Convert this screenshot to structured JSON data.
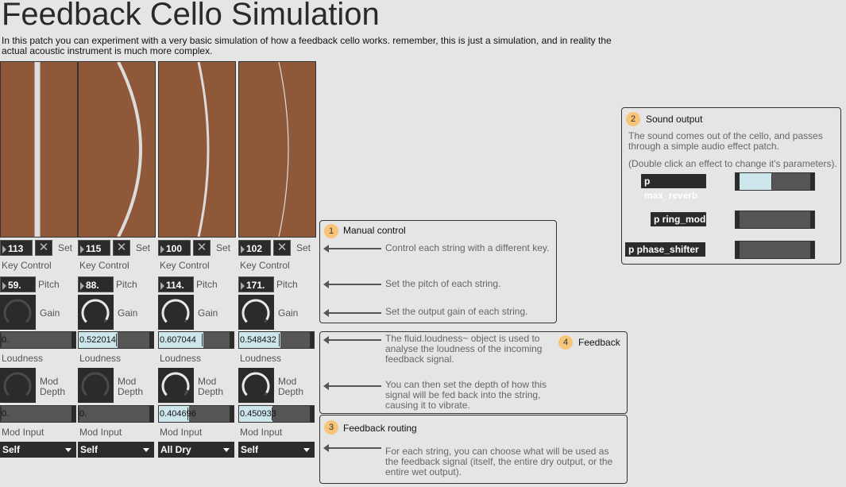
{
  "title": "Feedback Cello Simulation",
  "intro": "In this patch you can experiment with a very basic simulation of how a feedback cello works. remember, this is just a simulation, and in reality the actual acoustic instrument is much more complex.",
  "channels": [
    {
      "key": "113",
      "set_label": "Set",
      "key_label": "Key Control",
      "pitch": "59.",
      "pitch_label": "Pitch",
      "gain_label": "Gain",
      "gain": 0.0,
      "loudness_value": "0.",
      "loudness_fill": 0.0,
      "loudness_label": "Loudness",
      "mod_label": "Mod",
      "depth_label": "Depth",
      "mod_depth": 0.0,
      "depth_value": "0.",
      "depth_fill": 0.0,
      "mod_input_label": "Mod Input",
      "mod_input": "Self",
      "string_curve": 0
    },
    {
      "key": "115",
      "set_label": "Set",
      "key_label": "Key Control",
      "pitch": "88.",
      "pitch_label": "Pitch",
      "gain_label": "Gain",
      "gain": 0.45,
      "loudness_value": "0.522014",
      "loudness_fill": 0.52,
      "loudness_label": "Loudness",
      "mod_label": "Mod",
      "depth_label": "Depth",
      "mod_depth": 0.0,
      "depth_value": "0.",
      "depth_fill": 0.0,
      "mod_input_label": "Mod Input",
      "mod_input": "Self",
      "string_curve": 14
    },
    {
      "key": "100",
      "set_label": "Set",
      "key_label": "Key Control",
      "pitch": "114.",
      "pitch_label": "Pitch",
      "gain_label": "Gain",
      "gain": 0.45,
      "loudness_value": "0.607044",
      "loudness_fill": 0.6,
      "loudness_label": "Loudness",
      "mod_label": "Mod",
      "depth_label": "Depth",
      "mod_depth": 0.4,
      "depth_value": "0.404696",
      "depth_fill": 0.4,
      "mod_input_label": "Mod Input",
      "mod_input": "All Dry",
      "string_curve": 6
    },
    {
      "key": "102",
      "set_label": "Set",
      "key_label": "Key Control",
      "pitch": "171.",
      "pitch_label": "Pitch",
      "gain_label": "Gain",
      "gain": 0.45,
      "loudness_value": "0.548432",
      "loudness_fill": 0.55,
      "loudness_label": "Loudness",
      "mod_label": "Mod",
      "depth_label": "Depth",
      "mod_depth": 0.45,
      "depth_value": "0.450933",
      "depth_fill": 0.45,
      "mod_input_label": "Mod Input",
      "mod_input": "Self",
      "string_curve": 6
    }
  ],
  "manual": {
    "badge": "1",
    "title": "Manual control",
    "notes": [
      "Control each string with a different key.",
      "Set the pitch of each string.",
      "Set the output gain of each string."
    ]
  },
  "feedback": {
    "badge": "4",
    "title": "Feedback",
    "notes": [
      "The fluid.loudness~ object is used to analyse the loudness of the incoming feedback signal.",
      "You can then set the depth of how this signal will be fed back into the string, causing it to vibrate."
    ]
  },
  "routing": {
    "badge": "3",
    "title": "Feedback routing",
    "note": "For each string, you can choose what will be used as the feedback signal (itself, the entire dry output, or the entire wet output)."
  },
  "sound_output": {
    "badge": "2",
    "title": "Sound output",
    "desc": "The sound comes out of the cello, and passes through a simple audio effect patch.",
    "hint": "(Double click an effect to change it's parameters).",
    "effects": [
      {
        "label": "p max_reverb",
        "level": 0.4
      },
      {
        "label": "p ring_mod",
        "level": 0.0
      },
      {
        "label": "p phase_shifter",
        "level": 0.0
      }
    ]
  },
  "colors": {
    "wood": "#8f5838",
    "dark": "#2b2b2b",
    "badge": "#f8c47a",
    "fill": "#cde6ec"
  }
}
